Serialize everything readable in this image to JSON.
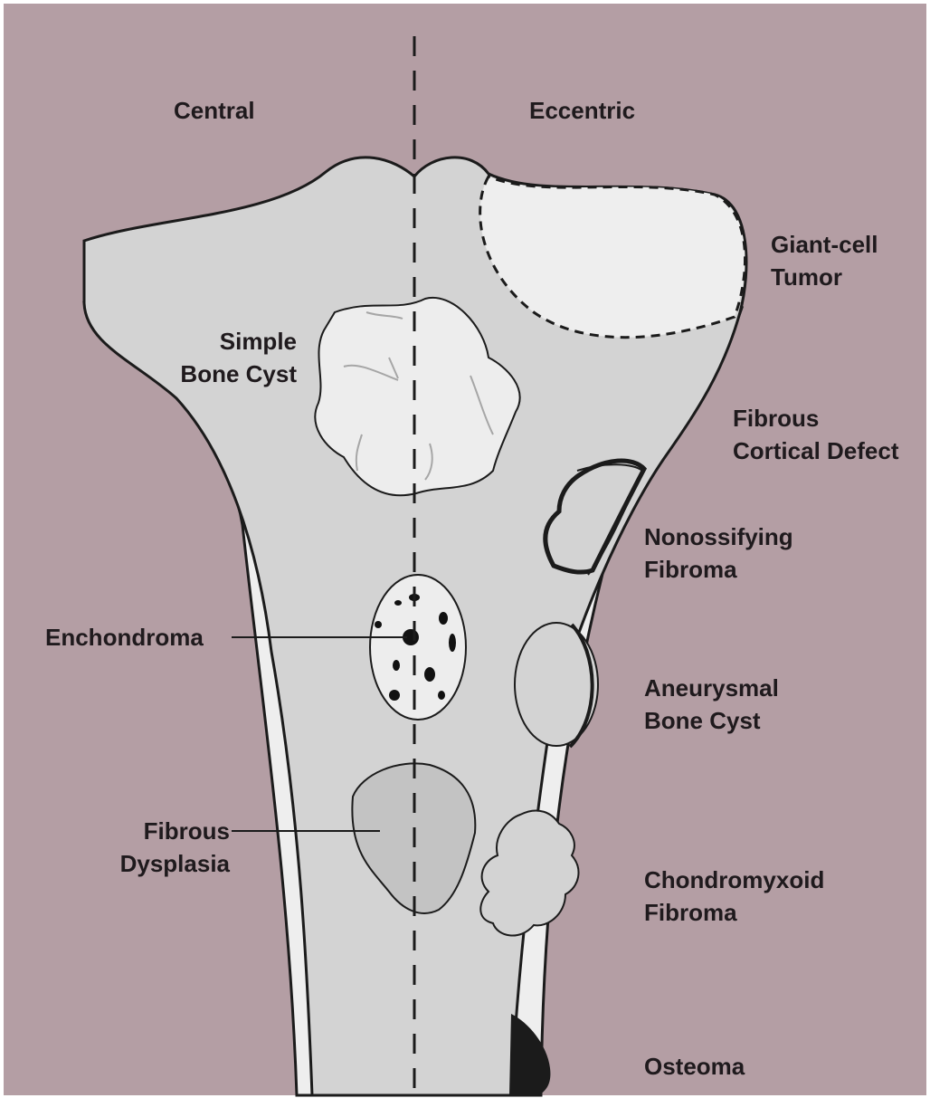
{
  "headers": {
    "central": "Central",
    "eccentric": "Eccentric"
  },
  "labels": {
    "giant_cell_tumor": [
      "Giant-cell",
      "Tumor"
    ],
    "simple_bone_cyst": [
      "Simple",
      "Bone Cyst"
    ],
    "fibrous_cortical_defect": [
      "Fibrous",
      "Cortical Defect"
    ],
    "nonossifying_fibroma": [
      "Nonossifying",
      "Fibroma"
    ],
    "enchondroma": "Enchondroma",
    "aneurysmal_bone_cyst": [
      "Aneurysmal",
      "Bone Cyst"
    ],
    "fibrous_dysplasia": [
      "Fibrous",
      "Dysplasia"
    ],
    "chondromyxoid_fibroma": [
      "Chondromyxoid",
      "Fibroma"
    ],
    "osteoma": "Osteoma"
  },
  "colors": {
    "background": "#b49ea4",
    "bone": "#d3d3d3",
    "cortex": "#eeeeee",
    "lesion_light": "#ededed",
    "lesion_mid": "#c3c3c3",
    "outline": "#1b1b1b"
  }
}
